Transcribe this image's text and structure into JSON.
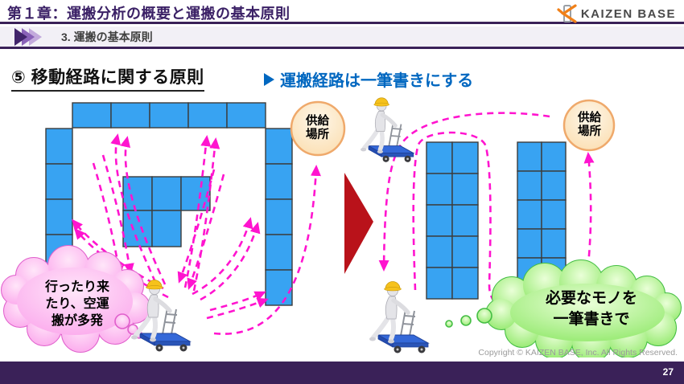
{
  "header": {
    "title": "第１章：運搬分析の概要と運搬の基本原則",
    "logo_text": "KAIZEN BASE"
  },
  "subtitle": {
    "label": "3. 運搬の基本原則"
  },
  "content": {
    "principle_title": "⑤ 移動経路に関する原則",
    "principle_point": "運搬経路は一筆書きにする"
  },
  "diagram": {
    "before": {
      "supply_label": "供給場所",
      "callout_lines": [
        "行ったり来",
        "たり、空運",
        "搬が多発"
      ]
    },
    "after": {
      "supply_label": "供給場所",
      "callout_lines": [
        "必要なモノを",
        "一筆書きで"
      ]
    }
  },
  "footer": {
    "copyright": "Copyright ©  KAIZEN BASE, Inc.  All Rights Reserved.",
    "page_number": "27"
  },
  "colors": {
    "header_purple": "#3B2166",
    "bar_purple": "#3A2158",
    "box_blue": "#38A3F2",
    "route_magenta": "#FF14CF",
    "transition_red": "#B9121A",
    "supply_fill": "#FDEDD6",
    "supply_border": "#EFA96B",
    "callout_pink": "#FBA6EC",
    "callout_green": "#8FE868",
    "point_blue": "#0067C0",
    "logo_orange": "#F08019"
  }
}
